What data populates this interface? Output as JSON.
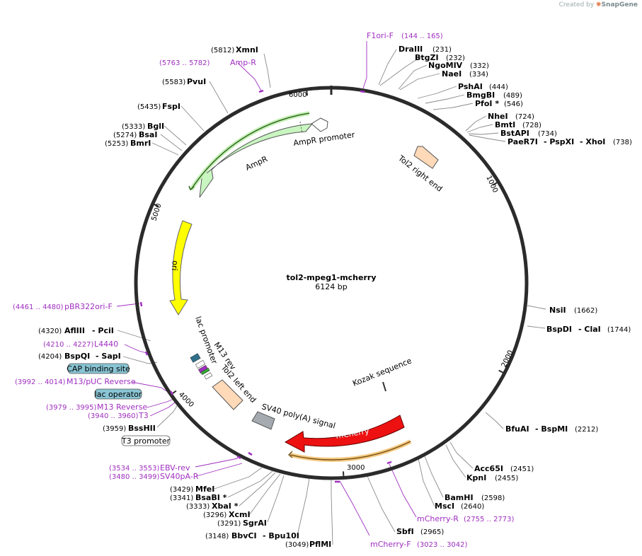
{
  "credit": {
    "prefix": "Created by",
    "brand": "SnapGene"
  },
  "plasmid": {
    "name": "tol2-mpeg1-mcherry",
    "length": "6124 bp"
  },
  "ticks": [
    "1000",
    "2000",
    "3000",
    "4000",
    "5000",
    "6000"
  ],
  "features": {
    "ampr_promoter": "AmpR promoter",
    "ampr": "AmpR",
    "tol2_right": "Tol2 right end",
    "ori": "ori",
    "lac_promoter": "lac promoter",
    "m13_rev": "M13 rev",
    "tol2_left": "Tol2 left end",
    "kozak": "Kozak sequence",
    "sv40": "SV40 poly(A) signal",
    "mcherry": "mCherry",
    "cap": "CAP binding site",
    "lac_operator": "lac operator",
    "t3_promoter": "T3 promoter"
  },
  "enzymes": [
    {
      "name": "XmnI",
      "pos": "(5812)"
    },
    {
      "name": "PvuI",
      "pos": "(5583)"
    },
    {
      "name": "FspI",
      "pos": "(5435)"
    },
    {
      "name": "BglI",
      "pos": "(5333)"
    },
    {
      "name": "BsaI",
      "pos": "(5274)"
    },
    {
      "name": "BmrI",
      "pos": "(5253)"
    },
    {
      "name": "DraIII",
      "pos": "(231)"
    },
    {
      "name": "BtgZI",
      "pos": "(232)"
    },
    {
      "name": "NgoMIV",
      "pos": "(332)"
    },
    {
      "name": "NaeI",
      "pos": "(334)"
    },
    {
      "name": "PshAI",
      "pos": "(444)"
    },
    {
      "name": "BmgBI",
      "pos": "(489)"
    },
    {
      "name": "PfoI *",
      "pos": "(546)"
    },
    {
      "name": "NheI",
      "pos": "(724)"
    },
    {
      "name": "BmtI",
      "pos": "(728)"
    },
    {
      "name": "BstAPI",
      "pos": "(734)"
    },
    {
      "name": "PaeR7I",
      "name2": "- PspXI",
      "name3": "- XhoI",
      "pos": "(738)"
    },
    {
      "name": "NsiI",
      "pos": "(1662)"
    },
    {
      "name": "BspDI",
      "name2": "- ClaI",
      "pos": "(1744)"
    },
    {
      "name": "BfuAI",
      "name2": "- BspMI",
      "pos": "(2212)"
    },
    {
      "name": "Acc65I",
      "pos": "(2451)"
    },
    {
      "name": "KpnI",
      "pos": "(2455)"
    },
    {
      "name": "BamHI",
      "pos": "(2598)"
    },
    {
      "name": "MscI",
      "pos": "(2640)"
    },
    {
      "name": "SbfI",
      "pos": "(2965)"
    },
    {
      "name": "PflMI",
      "pos": "(3049)"
    },
    {
      "name": "BbvCI",
      "name2": "- Bpu10I",
      "pos": "(3148)"
    },
    {
      "name": "SgrAI",
      "pos": "(3291)"
    },
    {
      "name": "XcmI",
      "pos": "(3296)"
    },
    {
      "name": "XbaI *",
      "pos": "(3333)"
    },
    {
      "name": "BsaBI *",
      "pos": "(3341)"
    },
    {
      "name": "MfeI",
      "pos": "(3429)"
    },
    {
      "name": "BssHII",
      "pos": "(3959)"
    },
    {
      "name": "BspQI",
      "name2": "- SapI",
      "pos": "(4204)"
    },
    {
      "name": "AflIII",
      "name2": "- PciI",
      "pos": "(4320)"
    }
  ],
  "primers": [
    {
      "name": "F1ori-F",
      "pos": "(144 .. 165)"
    },
    {
      "name": "Amp-R",
      "pos": "(5763 .. 5782)"
    },
    {
      "name": "pBR322ori-F",
      "pos": "(4461 .. 4480)"
    },
    {
      "name": "L4440",
      "pos": "(4210 .. 4227)"
    },
    {
      "name": "M13/pUC Reverse",
      "pos": "(3992 .. 4014)"
    },
    {
      "name": "M13 Reverse",
      "pos": "(3979 .. 3995)"
    },
    {
      "name": "T3",
      "pos": "(3940 .. 3960)"
    },
    {
      "name": "EBV-rev",
      "pos": "(3534 .. 3553)"
    },
    {
      "name": "SV40pA-R",
      "pos": "(3480 .. 3499)"
    },
    {
      "name": "mCherry-R",
      "pos": "(2755 .. 2773)"
    },
    {
      "name": "mCherry-F",
      "pos": "(3023 .. 3042)"
    }
  ],
  "colors": {
    "backbone": "#2b2b2b",
    "ampr_fill": "#c8f5c0",
    "ori_fill": "#ffff00",
    "mcherry_fill": "#ee1111",
    "tol2_fill": "#ffd9b8",
    "sv40_fill": "#a4aab0",
    "primer": "#9f2fbf",
    "cap_fill": "#88c4d4",
    "lac_op_fill": "#88c4d4",
    "lac_prom_fill": "#2f6f8a"
  }
}
